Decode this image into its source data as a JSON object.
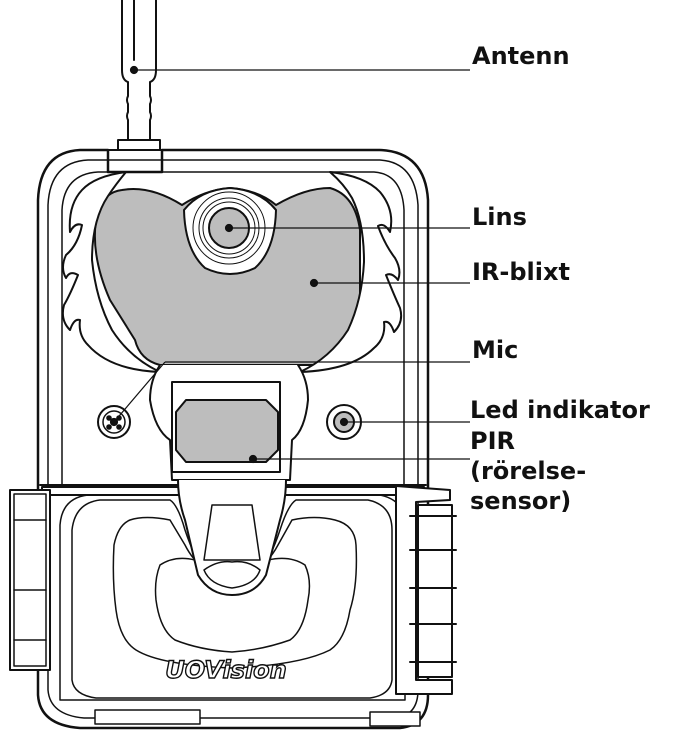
{
  "labels": {
    "antenna": "Antenn",
    "lens": "Lins",
    "ir_flash": "IR-blixt",
    "mic": "Mic",
    "led": "Led indikator",
    "pir_line1": "PIR",
    "pir_line2": "(rörelse-",
    "pir_line3": "sensor)"
  },
  "brand": "UOVision",
  "colors": {
    "outline": "#111111",
    "panel": "#bdbdbd",
    "background": "#ffffff"
  }
}
